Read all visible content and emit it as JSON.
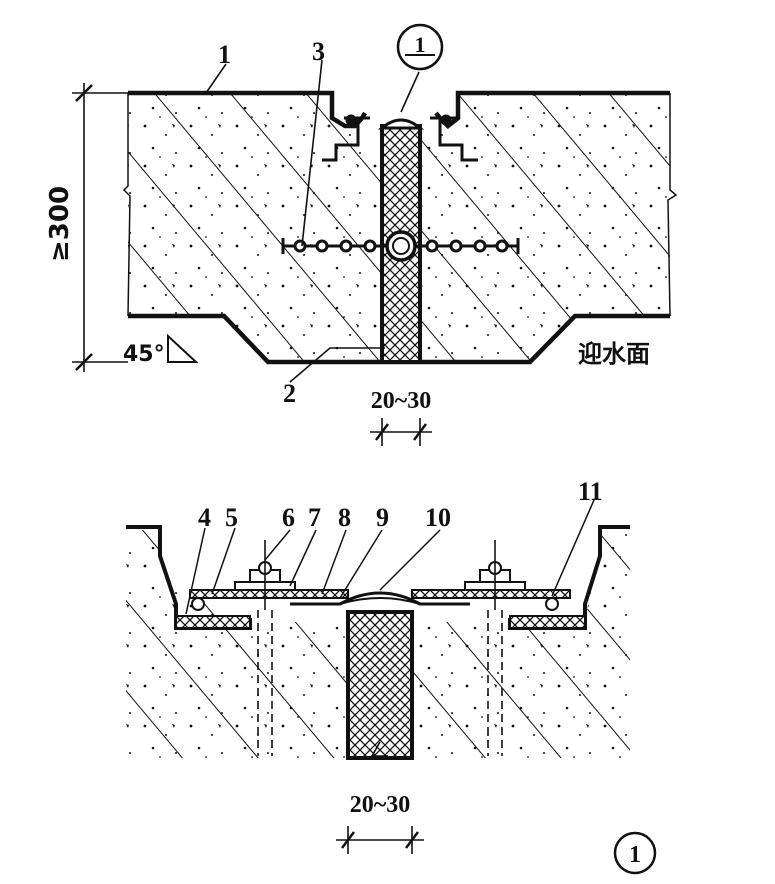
{
  "top_detail": {
    "callout_numbers": [
      "1",
      "3",
      "2"
    ],
    "section_marker": "1",
    "height_dim": "≥300",
    "angle": "45°",
    "water_face": "迎水面",
    "joint_width_dim": "20~30"
  },
  "bottom_detail": {
    "callout_numbers": [
      "4",
      "5",
      "6",
      "7",
      "8",
      "9",
      "10",
      "11"
    ],
    "joint_width_dim": "20~30"
  },
  "detail_marker": "1",
  "colors": {
    "ink": "#111111",
    "paper": "#ffffff"
  }
}
